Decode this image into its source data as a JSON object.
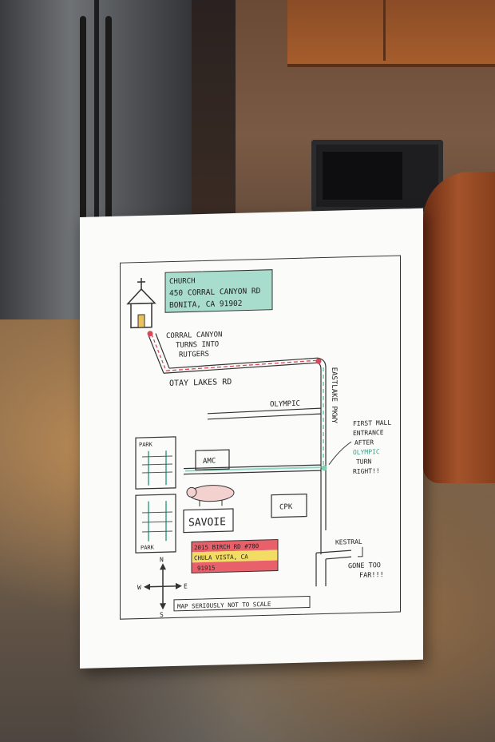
{
  "church_box": {
    "line1": "CHURCH",
    "line2": "450 CORRAL CANYON RD",
    "line3": "BONITA, CA 91902",
    "color": "#9fd9c9"
  },
  "corral_note": {
    "line1": "CORRAL CANYON",
    "line2": "TURNS INTO",
    "line3": "RUTGERS"
  },
  "streets": {
    "otay": "OTAY  LAKES  RD",
    "olympic": "OLYMPIC",
    "eastlake": "EASTLAKE PKWY",
    "kestral": "KESTRAL"
  },
  "mall_note": {
    "line1": "FIRST MALL",
    "line2": "ENTRANCE",
    "line3": "AFTER",
    "line4": "OLYMPIC",
    "line5": "TURN",
    "line6": "RIGHT!!"
  },
  "parks": {
    "top": "PARK",
    "bottom": "PARK"
  },
  "buildings": {
    "amc": "AMC",
    "cpk": "CPK",
    "savoie": "SAVOIE"
  },
  "savoie_address": {
    "line1": "2015 BIRCH RD #780",
    "line2": "CHULA VISTA, CA",
    "line3": "91915",
    "colors": [
      "#e8616a",
      "#f2dc63",
      "#e8616a"
    ]
  },
  "gone_too_far": {
    "line1": "GONE TOO",
    "line2": "FAR!!!"
  },
  "compass": {
    "n": "N",
    "s": "S",
    "e": "E",
    "w": "W"
  },
  "scale_note": "MAP SERIOUSLY NOT TO SCALE",
  "accent_colors": {
    "route": "#d44a5a",
    "highlight": "#8fd6c4"
  }
}
